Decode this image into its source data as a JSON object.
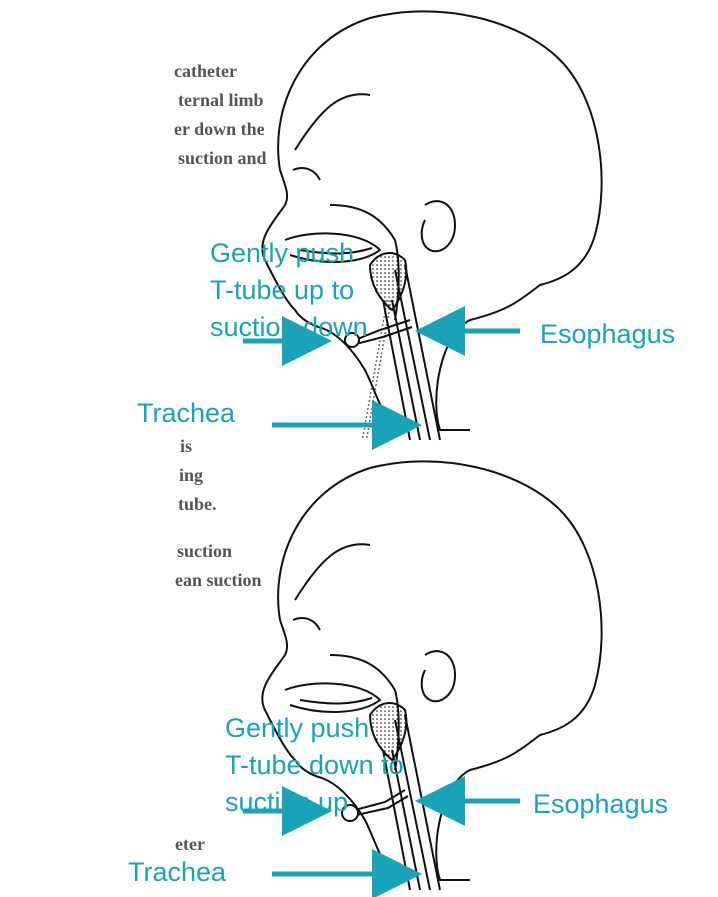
{
  "colors": {
    "label": "#1aa3b8",
    "arrow": "#1aa3b8",
    "body_text": "#555555",
    "outline": "#111111"
  },
  "doc_fragments": [
    "catheter",
    "ternal limb",
    "er down the",
    "suction and",
    "is",
    "ing",
    "tube.",
    "suction",
    "ean suction",
    "eter"
  ],
  "top_figure": {
    "instruction_line_1": "Gently push",
    "instruction_line_2": "T-tube up to",
    "instruction_line_3": "suction down",
    "esophagus_label": "Esophagus",
    "trachea_label": "Trachea"
  },
  "bottom_figure": {
    "instruction_line_1": "Gently push",
    "instruction_line_2": "T-tube down to",
    "instruction_line_3": "suction up",
    "esophagus_label": "Esophagus",
    "trachea_label": "Trachea"
  }
}
